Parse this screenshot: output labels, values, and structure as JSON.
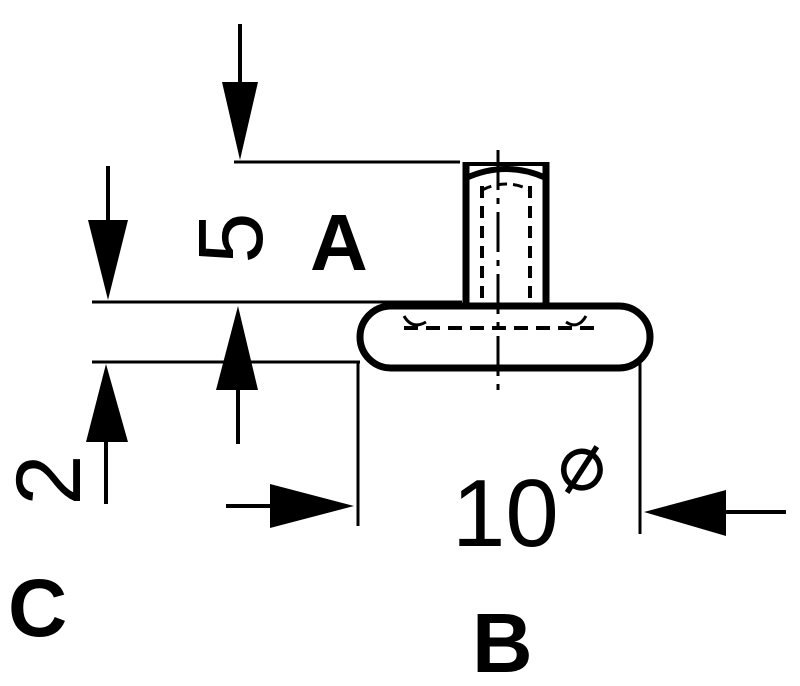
{
  "labels": {
    "a": "A",
    "b": "B",
    "c": "C",
    "dim_a": "5",
    "dim_c": "2",
    "dim_b": "10",
    "diameter_symbol": "⌀"
  },
  "colors": {
    "ink": "#000000",
    "paper": "#ffffff"
  }
}
